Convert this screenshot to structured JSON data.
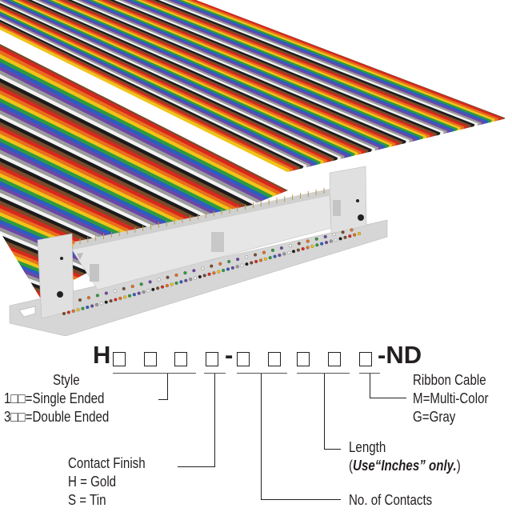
{
  "part_number": {
    "prefix": "H",
    "dash": "-",
    "suffix": "-ND"
  },
  "style": {
    "title": "Style",
    "options": [
      "1□□=Single Ended",
      "3□□=Double Ended"
    ]
  },
  "contact_finish": {
    "title": "Contact Finish",
    "options": [
      "H = Gold",
      "S = Tin"
    ]
  },
  "length": {
    "title": "Length",
    "note_open": "(",
    "note_bold": "Use“Inches” only.",
    "note_close": ")"
  },
  "contacts": {
    "title": "No. of Contacts"
  },
  "ribbon_cable": {
    "title": "Ribbon Cable",
    "options": [
      "M=Multi-Color",
      "G=Gray"
    ]
  },
  "wire_colors": [
    "#7a4a2a",
    "#d8281e",
    "#e8701c",
    "#f0c419",
    "#2e9a3e",
    "#2a5fc0",
    "#6b46a8",
    "#9a9a9a",
    "#f2f2f2",
    "#1b1b1b"
  ],
  "connector_color": "#e2e2e2"
}
